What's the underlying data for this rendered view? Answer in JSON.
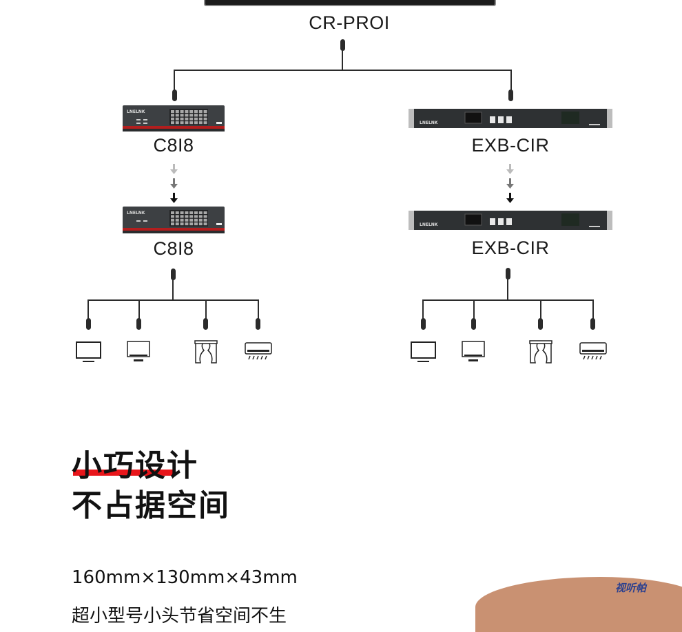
{
  "diagram": {
    "top_device_label": "CR-PROI",
    "branch_left": {
      "device1_label": "C8I8",
      "device2_label": "C8I8",
      "device_brand": "LNELNK",
      "endpoints": [
        "tv-icon",
        "monitor-icon",
        "curtain-icon",
        "air-conditioner-icon"
      ]
    },
    "branch_right": {
      "device1_label": "EXB-CIR",
      "device2_label": "EXB-CIR",
      "device_brand": "LNELNK",
      "endpoints": [
        "tv-icon",
        "monitor-icon",
        "curtain-icon",
        "air-conditioner-icon"
      ]
    }
  },
  "feature": {
    "heading_line1": "小巧设计",
    "heading_line2": "不占据空间",
    "dimensions": "160mm×130mm×43mm",
    "description_partial": "超小型号小头节省空间不生"
  },
  "watermark": "视听帕",
  "colors": {
    "accent": "#e8161b",
    "line": "#2b2b2b",
    "device": "#3a3d40"
  }
}
